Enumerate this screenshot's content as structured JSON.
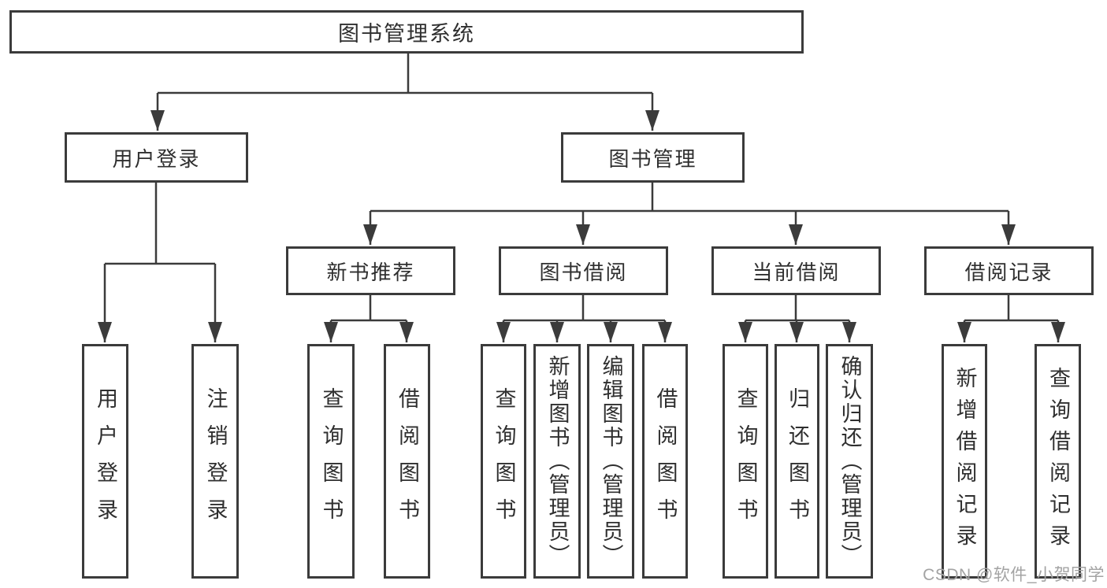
{
  "diagram": {
    "root": {
      "label": "图书管理系统"
    },
    "branches": [
      {
        "label": "用户登录",
        "children": [
          {
            "label": "用户登录"
          },
          {
            "label": "注销登录"
          }
        ]
      },
      {
        "label": "图书管理",
        "children": [
          {
            "label": "新书推荐",
            "children": [
              {
                "label": "查询图书"
              },
              {
                "label": "借阅图书"
              }
            ]
          },
          {
            "label": "图书借阅",
            "children": [
              {
                "label": "查询图书"
              },
              {
                "label": "新增图书（管理员）"
              },
              {
                "label": "编辑图书（管理员）"
              },
              {
                "label": "借阅图书"
              }
            ]
          },
          {
            "label": "当前借阅",
            "children": [
              {
                "label": "查询图书"
              },
              {
                "label": "归还图书"
              },
              {
                "label": "确认归还（管理员）"
              }
            ]
          },
          {
            "label": "借阅记录",
            "children": [
              {
                "label": "新增借阅记录"
              },
              {
                "label": "查询借阅记录"
              }
            ]
          }
        ]
      }
    ]
  },
  "watermark": {
    "text": "CSDN @软件_小贺同学"
  },
  "colors": {
    "line": "#3b3b3b",
    "text": "#2f2f2f",
    "background": "#ffffff",
    "watermark": "#a3a3a3"
  }
}
